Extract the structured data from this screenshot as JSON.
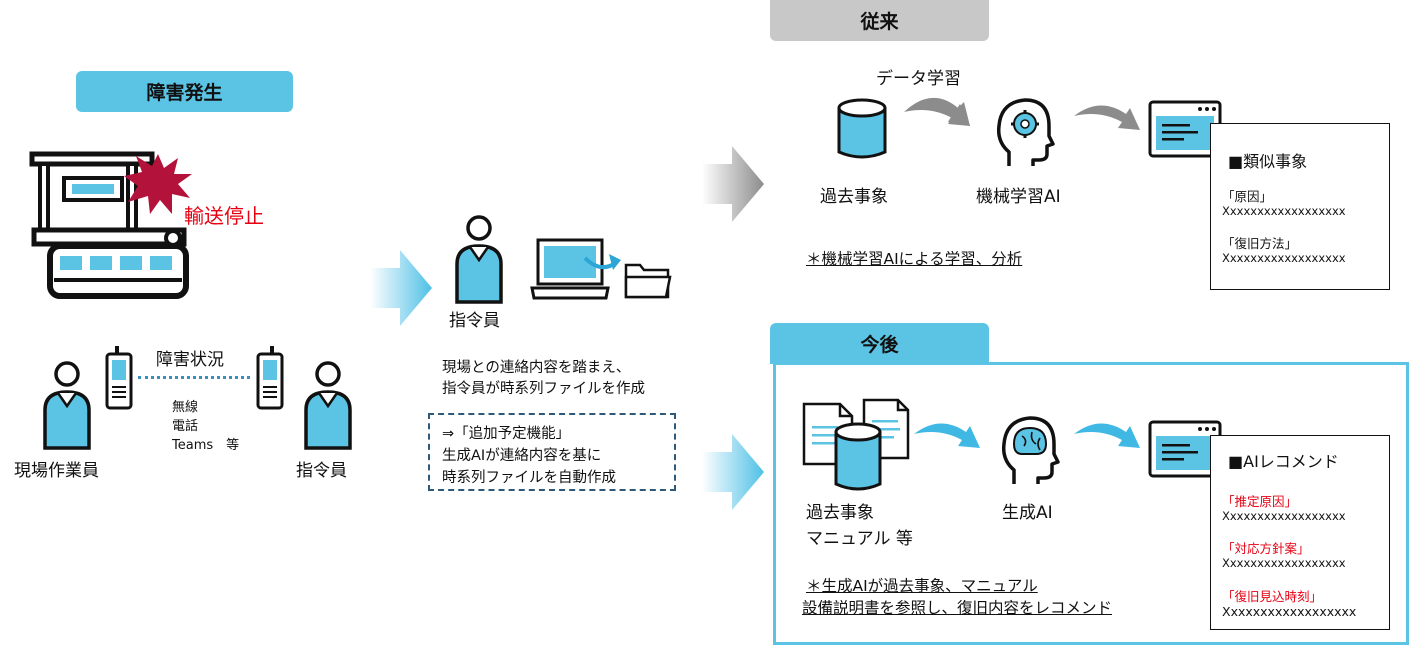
{
  "left": {
    "header": "障害発生",
    "transport_stop": "輸送停止",
    "status_label": "障害状況",
    "channels": [
      "無線",
      "電話",
      "Teams　等"
    ],
    "field_worker": "現場作業員",
    "dispatcher": "指令員"
  },
  "middle": {
    "dispatcher": "指令員",
    "desc_lines": [
      "現場との連絡内容を踏まえ、",
      "指令員が時系列ファイルを作成"
    ],
    "future_lines": [
      "⇒「追加予定機能」",
      "生成AIが連絡内容を基に",
      "時系列ファイルを自動作成"
    ]
  },
  "conventional": {
    "header": "従来",
    "data_learning": "データ学習",
    "past_events": "過去事象",
    "ml_ai": "機械学習AI",
    "note": "＊機械学習AIによる学習、分析",
    "panel_title": "■類似事象",
    "items": [
      {
        "label": "「原因」",
        "value": "Xxxxxxxxxxxxxxxxxx"
      },
      {
        "label": "「復旧方法」",
        "value": "Xxxxxxxxxxxxxxxxxx"
      }
    ]
  },
  "future": {
    "header": "今後",
    "past_events_lines": [
      "過去事象",
      "マニュアル 等"
    ],
    "gen_ai": "生成AI",
    "note_lines": [
      "＊生成AIが過去事象、マニュアル",
      "設備説明書を参照し、復旧内容をレコメンド"
    ],
    "panel_title": "■AIレコメンド",
    "items": [
      {
        "label": "「推定原因」",
        "value": "Xxxxxxxxxxxxxxxxxx"
      },
      {
        "label": "「対応方針案」",
        "value": "Xxxxxxxxxxxxxxxxxx"
      },
      {
        "label": "「復旧見込時刻」",
        "value": "Xxxxxxxxxxxxxxxxxx"
      }
    ]
  },
  "colors": {
    "accent_cyan": "#5bc4e4",
    "gray_header": "#c8c8c8",
    "alert_red": "#e60012",
    "bubble_red": "#b3133a",
    "figure_blue": "#5bc4e4"
  }
}
